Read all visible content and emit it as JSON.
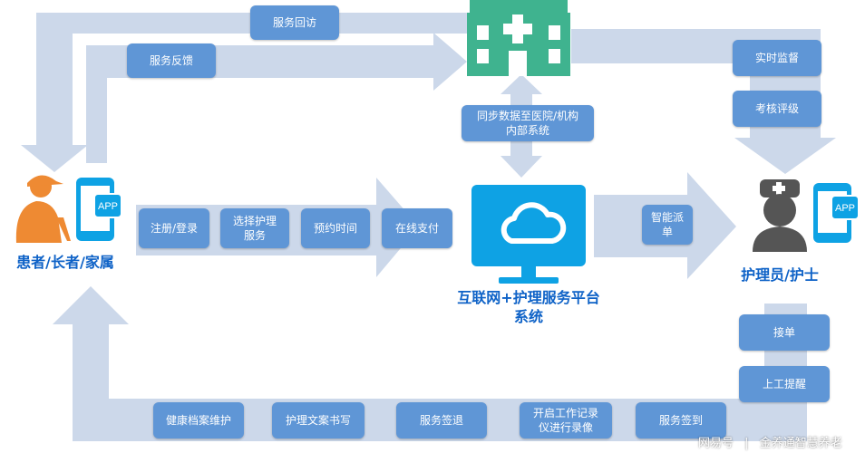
{
  "colors": {
    "arrow": "#ccd8ea",
    "box": "#5f96d6",
    "hospital": "#3fb38f",
    "screen": "#0ea2e4",
    "label": "#0e62c7",
    "person_orange": "#ee8a33",
    "person_grey": "#555555"
  },
  "actors": {
    "patient": "患者/长者/家属",
    "platform": "互联网+护理服务平台\n系统",
    "nurse": "护理员/护士",
    "app_badge": "APP"
  },
  "top_flow": {
    "service_revisit": "服务回访",
    "service_feedback": "服务反馈",
    "sync_data": "同步数据至医院/机构\n内部系统",
    "realtime_monitor": "实时监督",
    "assess_grade": "考核评级"
  },
  "middle_flow": {
    "register_login": "注册/登录",
    "choose_service": "选择护理\n服务",
    "book_time": "预约时间",
    "pay_online": "在线支付",
    "smart_dispatch": "智能派\n单"
  },
  "bottom_flow": {
    "accept_order": "接单",
    "start_reminder": "上工提醒",
    "service_checkin": "服务签到",
    "start_record": "开启工作记录\n仪进行录像",
    "service_checkout": "服务签退",
    "care_document": "护理文案书写",
    "health_archive": "健康档案维护"
  },
  "watermark": {
    "source": "网易号",
    "separator": "|",
    "account": "金养通智慧养老"
  }
}
